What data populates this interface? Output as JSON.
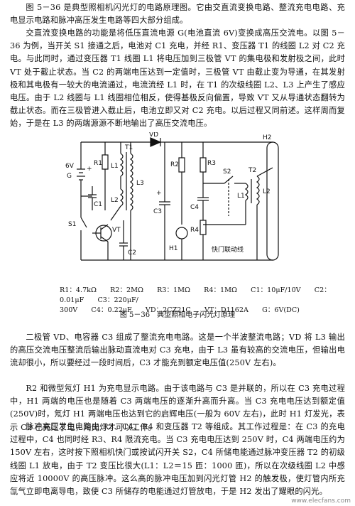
{
  "paragraphs": {
    "p1": "图 5－36 是典型照相机闪光灯的电路原理图。它由交直流变换电路、整流充电电路、充电显示电路和脉冲高压发生电路等四大部分组成。",
    "p2": "交直流变换电路的功能是将低压直流电源 G(电池直流 6V)变换成高压交流电。以图 5－36 为例，当开关 S1 接通之后，电池对 C1 充电，并经 R1、变压器 T1 的线圈 L2 对 C2 充电。与此同时，通过变压器 T1 线圈 L1 将电压加到三极管 VT 的集电极和发射极之间，此时 VT 处于截止状态。当 C2 的两端电压达到一定值时，三极管 VT 由截止变为导通，在其发射极和其电极有一较大的电流通过，电流流经 L1 时，在 T1 的次级线圈 L2、L3 上产生了感应电压。由于 L2 线圈与 L1 线圈相位相反，使得基极反向偏置，导致 VT 又从导通状态翻转为截止状态。而在三极管进入截止后，电池立即又对 C2 充电。以后过程又同前述。这样周而复始，于是在 L3 的两端源源不断地输出了高压交流电压。",
    "p3": "二极管 VD、电容器 C3 组成了整流充电电路。这是一个半波整流电路；VD 将 L3 输出的高压交流电压整流后输出脉动直流电对 C3 充电，由于 L3 虽有较高的交流电压，但输出电流却很小，所以要经过一段时间后，C3 才能充到额定电压值(250V 左右)。",
    "p4": "R2 和微型氖灯 H1 为充电显示电路。由于该电路与 C3 是并联的，所以在 C3 充电过程中，H1 两端的电压也是随着 C3 两端电压的逐渐升高而升高。当 C3 充电电压达到额定值(250V)时，氖灯 H1 两端电压也达到它的启辉电压(一般为 60V 左右)，此时 H1 灯发光，表示 C3 已充足了电，闪光灯才可以工作。",
    "p5": "脉冲高压发生电路由 R3、C4、R4 和变压器 T2 等组成。其工作过程是：在 C3 的充电过程中，C4 也同时经 R3、R4 限流充电。当 C3 充电电压达到 250V 时，C4 两端电压约为 150V 左右，这时按下照相机快门或按试闪开关 S2，C4 所储电能通过脉冲变压器 T2 的初级线圈 L1 放电，由于 T2 变压比很大(L1：L2＝15 匝：1000 匝)，所以在次级线圈 L2 中感应将近 10000V 的高压脉冲。这么高的脉冲电压加到闪光灯管 H2 的触发极，使灯管内所充氙气立即电离导电，致使 C3 所储存的电能通过灯管放电，于是 H2 发出了耀眼的闪光。"
  },
  "circuit_labels": {
    "vd": "VD",
    "t1": "T1",
    "l1_t1": "L1",
    "l2_t1": "L2",
    "l3_t1": "L3",
    "r1": "R1",
    "r2": "R2",
    "r3": "R3",
    "r4": "R4",
    "c1": "C1",
    "c2": "C2",
    "c3": "C3",
    "c4": "C4",
    "g": "G",
    "v6": "6V",
    "s1": "S1",
    "s2": "S2",
    "vt": "VT",
    "h1": "H1",
    "h2": "H2",
    "t2": "T2",
    "l1_t2": "L1",
    "l2_t2": "L2",
    "shutter": "快门联动线",
    "plus1": "+",
    "plus3": "+"
  },
  "parts_list": {
    "line1": "R1：4.7kΩ　　R2：2MΩ　　R3：1MΩ　　R4：1MΩ　　C1：10μF/10V　　C2：0.01μF　　C3：220μF/",
    "line2": "300V　　C4：0.22μF　　VD：2CZ21C　　VT：D1162A　　G：6V(DC)"
  },
  "caption": "图 5－36　典型照相电子闪光灯原理",
  "watermark": "www.elecfans.com"
}
